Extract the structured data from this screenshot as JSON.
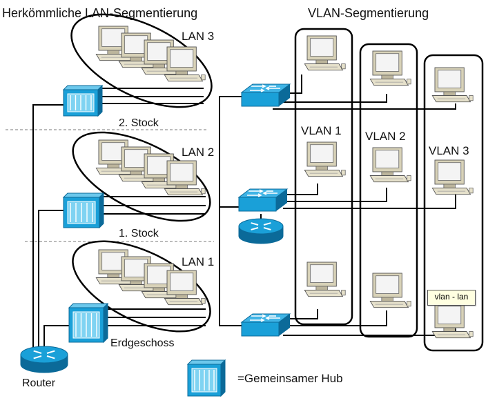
{
  "titles": {
    "left": "Herkömmliche LAN-Segmentierung",
    "right": "VLAN-Segmentierung"
  },
  "lan_labels": [
    "LAN 3",
    "LAN 2",
    "LAN 1"
  ],
  "floor_labels": [
    "2. Stock",
    "1. Stock",
    "Erdgeschoss"
  ],
  "vlan_labels": [
    "VLAN 1",
    "VLAN 2",
    "VLAN 3"
  ],
  "router_label": "Router",
  "legend": {
    "text": "=Gemeinsamer Hub"
  },
  "tooltip": "vlan - lan",
  "colors": {
    "device_blue": "#1aa0d8",
    "device_dark": "#0b6a99",
    "pc_beige": "#d8d2b8",
    "screen": "#f4f4f4",
    "line": "#000000",
    "divider": "#777777"
  },
  "icons": [
    "hub-icon",
    "switch-icon",
    "router-icon",
    "computer-icon"
  ]
}
